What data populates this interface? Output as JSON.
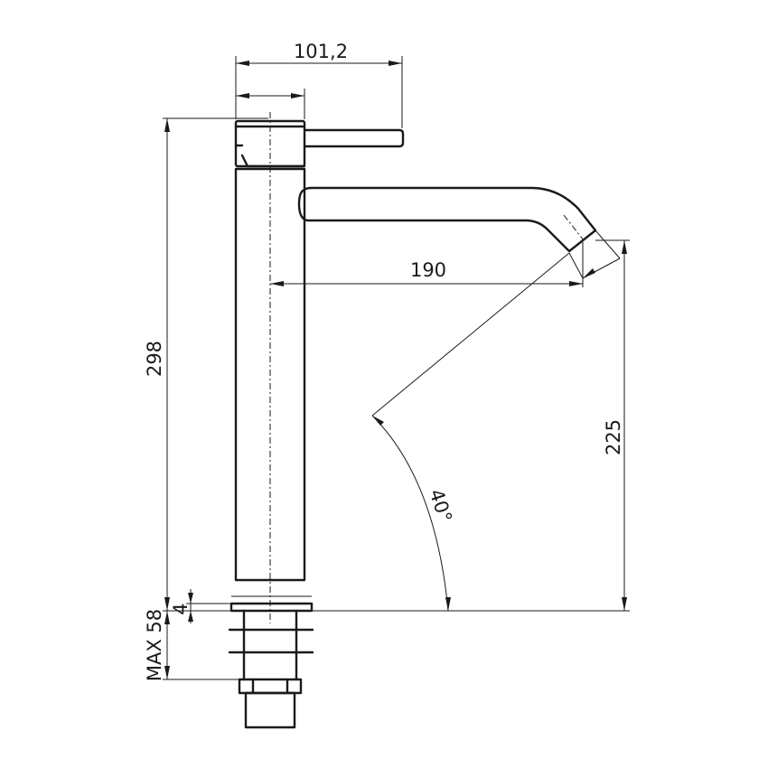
{
  "dimensions": {
    "top_width": "101,2",
    "spout_reach": "190",
    "total_height": "298",
    "spout_height": "225",
    "spout_angle": "40°",
    "base_thickness": "4",
    "max_deck": "MAX 58"
  }
}
